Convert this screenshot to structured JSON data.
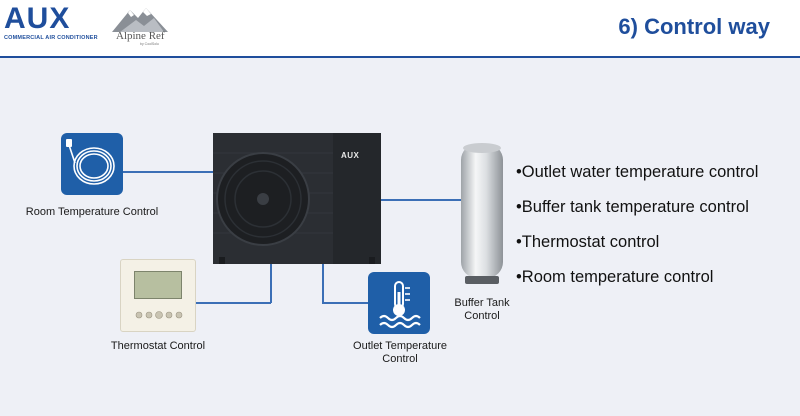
{
  "header": {
    "brand": "AUX",
    "brand_subtitle": "COMMERCIAL AIR CONDITIONER",
    "partner_logo": "Alpine Ref",
    "partner_tagline": "by CoolSolu",
    "title": "6) Control way"
  },
  "diagram": {
    "room_control_label": "Room Temperature Control",
    "room_control_icon": "cable-coil-icon",
    "thermostat_label": "Thermostat Control",
    "outlet_label_line1": "Outlet Temperature",
    "outlet_label_line2": "Control",
    "outlet_icon": "water-thermometer-icon",
    "heat_pump_brand": "AUX",
    "tank_label_line1": "Buffer Tank",
    "tank_label_line2": "Control"
  },
  "bullets": [
    "•Outlet water temperature control",
    "•Buffer tank temperature control",
    "•Thermostat control",
    "•Room temperature control"
  ],
  "colors": {
    "brand_blue": "#1f4e9c",
    "tile_blue": "#1f5fa8",
    "line_blue": "#3b6fb6",
    "background": "#eef0f6"
  }
}
